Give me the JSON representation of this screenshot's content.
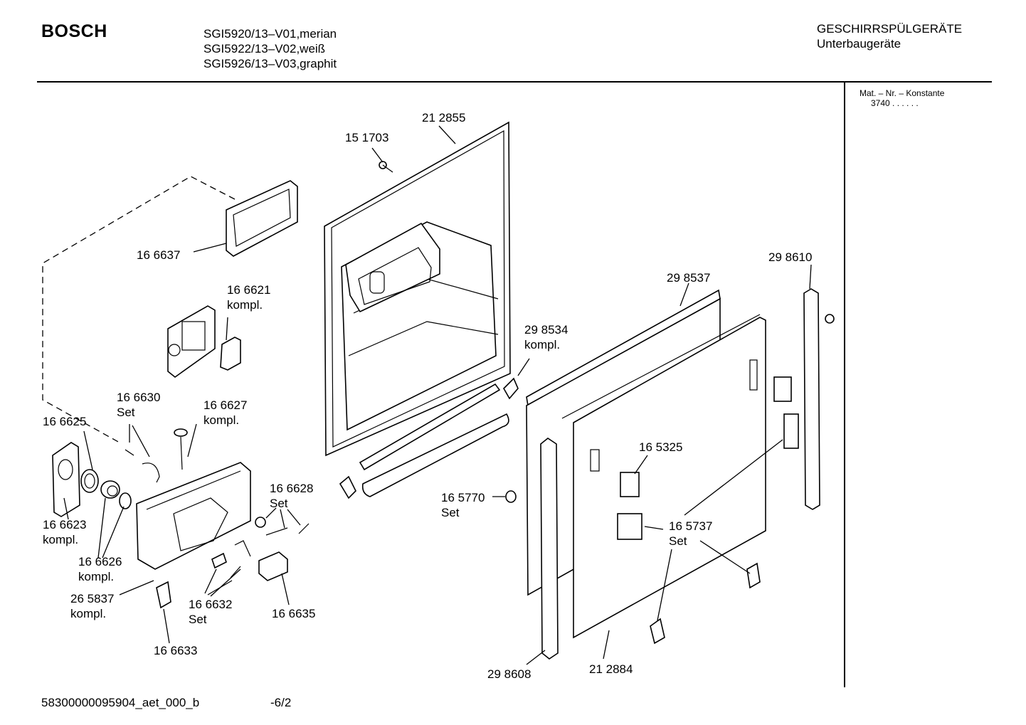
{
  "header": {
    "brand": "BOSCH",
    "models": [
      "SGI5920/13–V01,merian",
      "SGI5922/13–V02,weiß",
      "SGI5926/13–V03,graphit"
    ],
    "category": [
      "GESCHIRRSPÜLGERÄTE",
      "Unterbaugeräte"
    ]
  },
  "side_panel": {
    "title": "Mat. – Nr. – Konstante",
    "value": "3740  .  .    .  .  .  ."
  },
  "labels": {
    "p212855": "21 2855",
    "p151703": "15 1703",
    "p166637": "16 6637",
    "p166621": [
      "16 6621",
      "kompl."
    ],
    "p166630": [
      "16 6630",
      "Set"
    ],
    "p166627": [
      "16 6627",
      "kompl."
    ],
    "p166625": "16 6625",
    "p166623": [
      "16 6623",
      "kompl."
    ],
    "p166626": [
      "16 6626",
      "kompl."
    ],
    "p265837": [
      "26 5837",
      "kompl."
    ],
    "p166628": [
      "16 6628",
      "Set"
    ],
    "p166632": [
      "16 6632",
      "Set"
    ],
    "p166635": "16 6635",
    "p166633": "16 6633",
    "p298610": "29 8610",
    "p298537": "29 8537",
    "p298534": [
      "29 8534",
      "kompl."
    ],
    "p165325": "16 5325",
    "p165770": [
      "16 5770",
      "Set"
    ],
    "p165737": [
      "16 5737",
      "Set"
    ],
    "p298608": "29 8608",
    "p212884": "21 2884"
  },
  "footer": {
    "doc_id": "58300000095904_aet_000_b",
    "page": "-6/2"
  }
}
